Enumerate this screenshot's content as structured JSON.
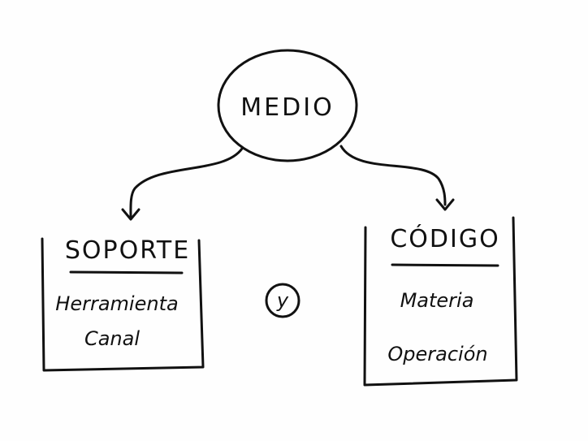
{
  "diagram": {
    "center": {
      "label": "MEDIO"
    },
    "left_box": {
      "heading": "SOPORTE",
      "items": [
        "Herramienta",
        "Canal"
      ]
    },
    "right_box": {
      "heading": "CÓDIGO",
      "items": [
        "Materia",
        "Operación"
      ]
    },
    "connector": {
      "label": "y"
    }
  },
  "colors": {
    "ink": "#111111",
    "paper": "#fefefe"
  }
}
